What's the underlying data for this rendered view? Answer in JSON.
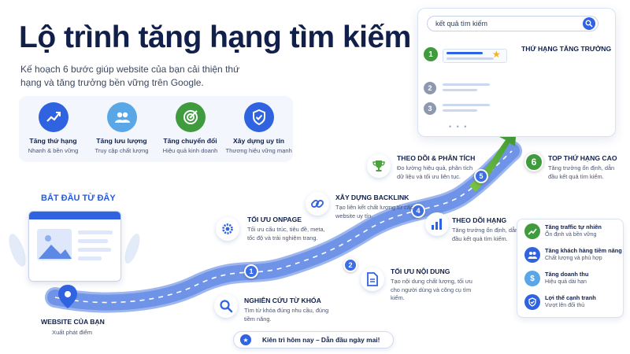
{
  "header": {
    "title": "Lộ trình tăng hạng tìm kiếm",
    "subtitle": "Kế hoạch 6 bước giúp website của bạn cải thiện thứ hạng và tăng trưởng bền vững trên Google."
  },
  "benefits": [
    {
      "title": "Tăng thứ hạng",
      "sub": "Nhanh & bền vững",
      "icon": "chart-icon",
      "color": "#2f63e0"
    },
    {
      "title": "Tăng lưu lượng",
      "sub": "Truy cập chất lượng",
      "icon": "users-icon",
      "color": "#5aa7e8"
    },
    {
      "title": "Tăng chuyển đổi",
      "sub": "Hiệu quả kinh doanh",
      "icon": "target-icon",
      "color": "#3f9b3d"
    },
    {
      "title": "Xây dựng uy tín",
      "sub": "Thương hiệu vững mạnh",
      "icon": "shield-icon",
      "color": "#2f63e0"
    }
  ],
  "start": {
    "label": "BẮT ĐẦU TỪ ĐÂY",
    "website_title": "WEBSITE CỦA BẠN",
    "website_sub": "Xuất phát điểm"
  },
  "steps": [
    {
      "num": "1",
      "title": "NGHIÊN CỨU TỪ KHÓA",
      "desc": "Tìm từ khóa đúng nhu cầu, đúng tiềm năng.",
      "icon": "magnifier-icon"
    },
    {
      "num": "2",
      "title": "TỐI ƯU NỘI DUNG",
      "desc": "Tạo nội dung chất lượng, tối ưu cho người dùng và công cụ tìm kiếm.",
      "icon": "document-icon"
    },
    {
      "num": "",
      "title": "TỐI ƯU ONPAGE",
      "desc": "Tối ưu cấu trúc, tiêu đề, meta, tốc độ và trải nghiệm trang.",
      "icon": "gear-icon"
    },
    {
      "num": "4",
      "title": "XÂY DỰNG BACKLINK",
      "desc": "Tạo liên kết chất lượng từ các website uy tín.",
      "icon": "link-icon"
    },
    {
      "num": "5",
      "title": "THEO DÕI & PHÂN TÍCH",
      "desc": "Đo lường hiệu quả, phân tích dữ liệu và tối ưu liên tục.",
      "icon": "trophy-icon"
    },
    {
      "num": "6",
      "title": "TOP THỨ HẠNG CAO",
      "desc": "Tăng trưởng ổn định, dẫn đầu kết quả tìm kiếm.",
      "icon": ""
    },
    {
      "num": "",
      "title": "THEO DÕI HẠNG",
      "desc": "Tăng trưởng ổn định, dẫn đầu kết quả tìm kiếm.",
      "icon": "bar-chart-icon"
    }
  ],
  "search_card": {
    "query": "kết quả tìm kiếm",
    "growth_title": "THỨ HẠNG TĂNG TRƯỞNG",
    "ranks": [
      "1",
      "2",
      "3"
    ]
  },
  "results": [
    {
      "title": "Tăng traffic tự nhiên",
      "sub": "Ổn định và bền vững",
      "icon": "trend-icon",
      "color": "#3f9b3d"
    },
    {
      "title": "Tăng khách hàng tiềm năng",
      "sub": "Chất lượng và phù hợp",
      "icon": "users-icon",
      "color": "#2f63e0"
    },
    {
      "title": "Tăng doanh thu",
      "sub": "Hiệu quả dài hạn",
      "icon": "dollar-icon",
      "color": "#5aa7e8"
    },
    {
      "title": "Lợi thế cạnh tranh",
      "sub": "Vượt lên đối thủ",
      "icon": "shield-icon",
      "color": "#2f63e0"
    }
  ],
  "footer": {
    "banner": "Kiên trì hôm nay – Dẫn đầu ngày mai!"
  }
}
